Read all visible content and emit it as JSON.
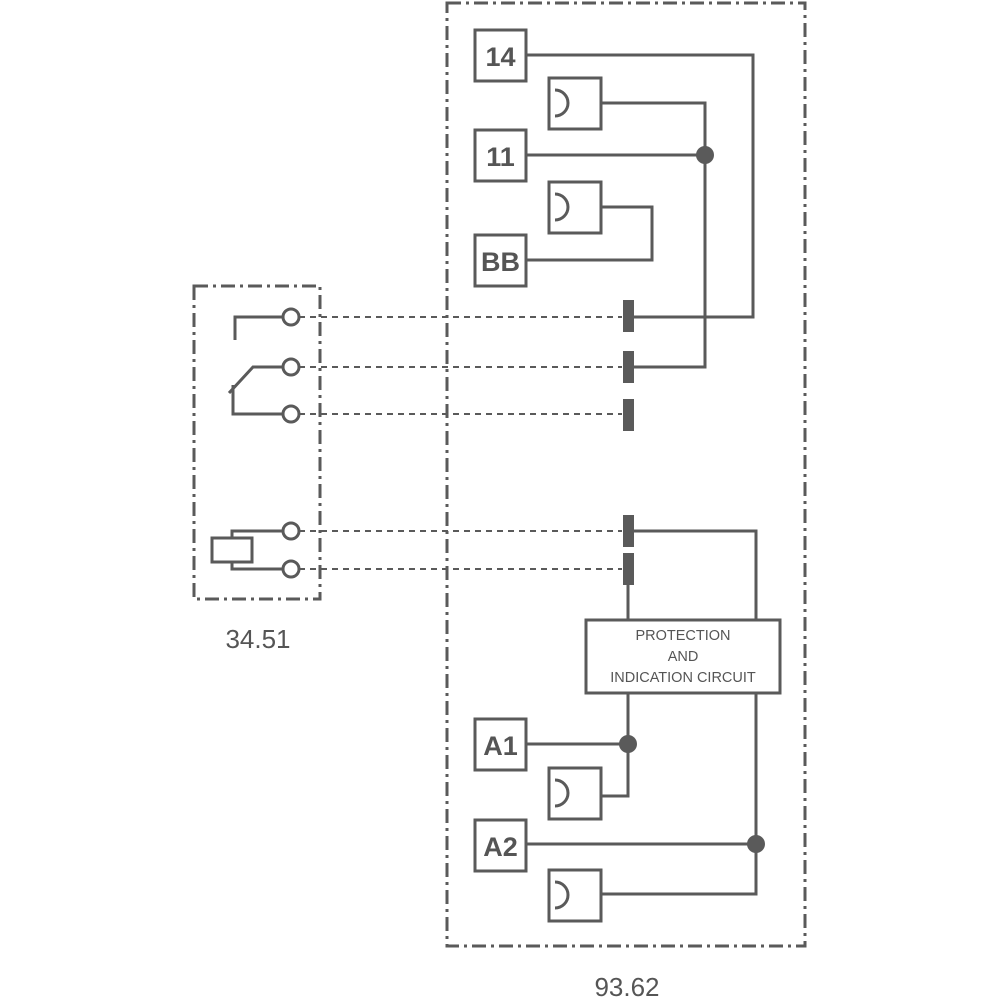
{
  "relay_module": {
    "model": "34.51"
  },
  "socket_module": {
    "model": "93.62",
    "terminals": {
      "t14": "14",
      "t11": "11",
      "tBB": "BB",
      "tA1": "A1",
      "tA2": "A2"
    },
    "circuit_block": {
      "line1": "PROTECTION",
      "line2": "AND",
      "line3": "INDICATION CIRCUIT"
    }
  },
  "colors": {
    "line": "#5a5a5a",
    "text": "#555555",
    "background": "#ffffff"
  }
}
